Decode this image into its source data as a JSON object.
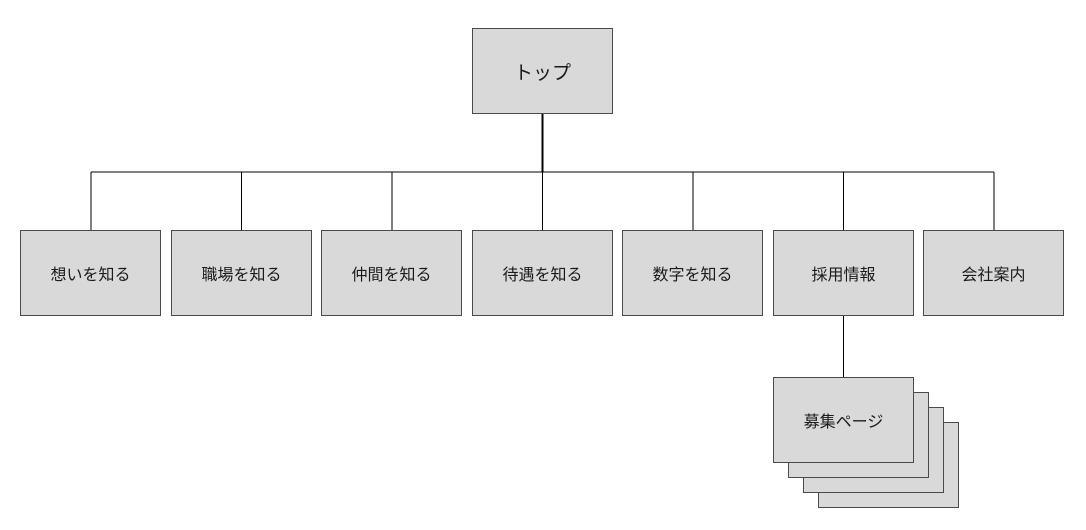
{
  "root": {
    "label": "トップ"
  },
  "sections": [
    {
      "label": "想いを知る"
    },
    {
      "label": "職場を知る"
    },
    {
      "label": "仲間を知る"
    },
    {
      "label": "待遇を知る"
    },
    {
      "label": "数字を知る"
    },
    {
      "label": "採用情報"
    },
    {
      "label": "会社案内"
    }
  ],
  "sub_pages": {
    "label": "募集ページ"
  },
  "colors": {
    "node_fill": "#d9d9d9",
    "node_border": "#4a4a4a",
    "line": "#000000"
  }
}
